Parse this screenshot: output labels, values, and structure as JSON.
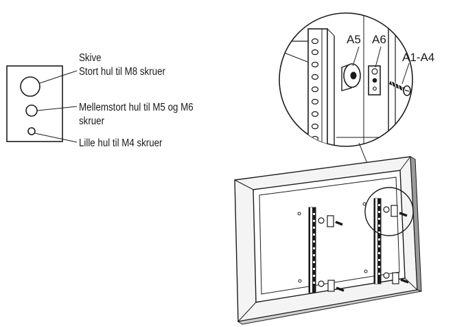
{
  "legend": {
    "title": "Skive",
    "large_hole": "Stort hul til M8 skruer",
    "medium_hole_line1": "Mellemstort hul til M5 og M6",
    "medium_hole_line2": "skruer",
    "small_hole": "Lille hul til M4 skruer"
  },
  "parts": {
    "a5": "A5",
    "a6": "A6",
    "a1_a4": "A1-A4"
  },
  "colors": {
    "ink": "#1a1a1a",
    "frame_face": "#f4f4f4",
    "frame_edge": "#9a9a9a"
  }
}
